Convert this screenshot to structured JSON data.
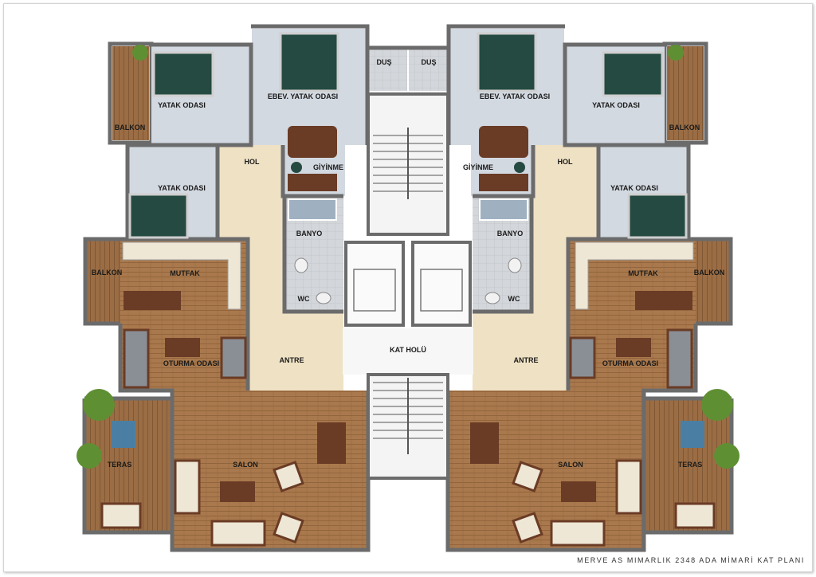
{
  "caption": "MERVE AS MIMARLIK 2348 ADA MİMARİ KAT PLANI",
  "colors": {
    "wall": "#6b6b6b",
    "bedroom_floor": "#d3d9e1",
    "hall_floor": "#efe1c4",
    "wood_floor": "#a9794d",
    "wet_floor": "#cfd3d7",
    "bed": "#254a42",
    "furniture": "#6a3b25",
    "plant": "#5f8f33"
  },
  "rooms": {
    "left": {
      "bedroom_top": "YATAK ODASI",
      "balcony_top": "BALKON",
      "master_bedroom": "EBEV. YATAK ODASI",
      "shower": "DUŞ",
      "hall": "HOL",
      "dressing": "GİYİNME",
      "bedroom_mid": "YATAK ODASI",
      "bathroom": "BANYO",
      "wc": "WC",
      "balcony_mid": "BALKON",
      "kitchen": "MUTFAK",
      "living": "OTURMA ODASI",
      "entrance": "ANTRE",
      "terrace": "TERAS",
      "salon": "SALON"
    },
    "right": {
      "bedroom_top": "YATAK ODASI",
      "balcony_top": "BALKON",
      "master_bedroom": "EBEV. YATAK ODASI",
      "shower": "DUŞ",
      "hall": "HOL",
      "dressing": "GİYİNME",
      "bedroom_mid": "YATAK ODASI",
      "bathroom": "BANYO",
      "wc": "WC",
      "balcony_mid": "BALKON",
      "kitchen": "MUTFAK",
      "living": "OTURMA ODASI",
      "entrance": "ANTRE",
      "terrace": "TERAS",
      "salon": "SALON"
    },
    "core": {
      "floor_hall": "KAT HOLÜ"
    }
  }
}
